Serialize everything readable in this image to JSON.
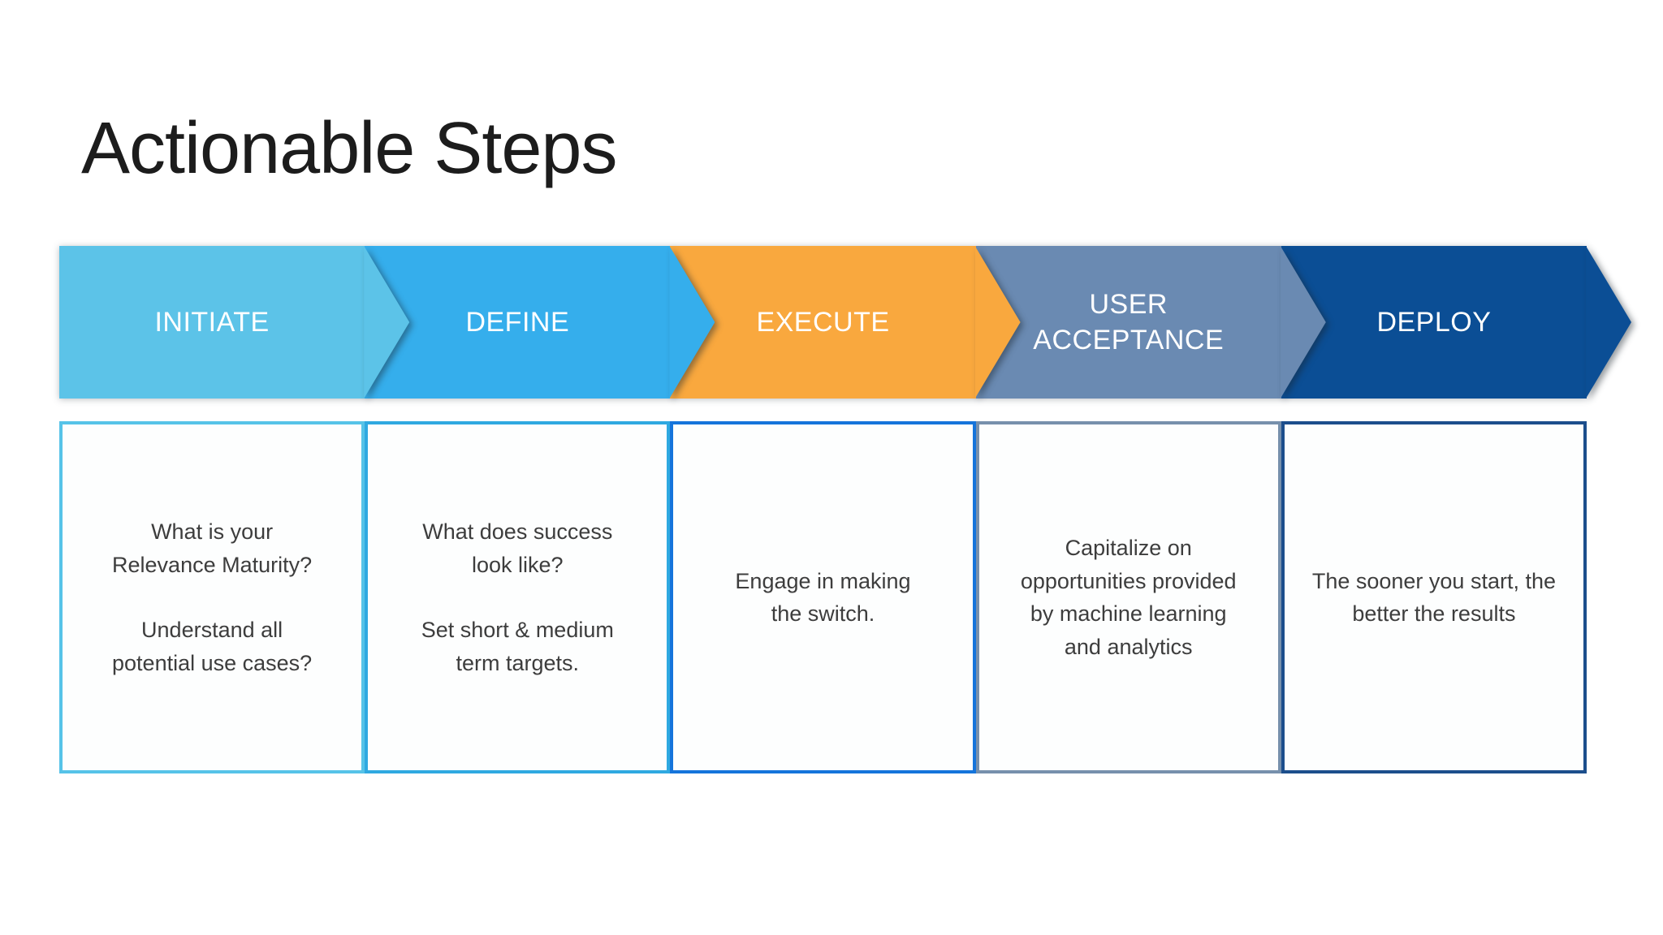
{
  "title": "Actionable Steps",
  "process": {
    "steps": [
      {
        "label": "INITIATE",
        "arrow_color": "#5CC3E8",
        "box_border_color": "#56C3E8",
        "description_paragraphs": [
          "What is your\nRelevance Maturity?",
          "Understand all\npotential use cases?"
        ]
      },
      {
        "label": "DEFINE",
        "arrow_color": "#35AEEC",
        "box_border_color": "#2FA9E1",
        "description_paragraphs": [
          "What does success\nlook like?",
          "Set short & medium\nterm targets."
        ]
      },
      {
        "label": "EXECUTE",
        "arrow_color": "#F9A83E",
        "box_border_color": "#1574DB",
        "description_paragraphs": [
          "Engage in making\nthe switch."
        ]
      },
      {
        "label": "USER\nACCEPTANCE",
        "arrow_color": "#6A8AB2",
        "box_border_color": "#7790AC",
        "description_paragraphs": [
          "Capitalize on\nopportunities provided\nby machine learning\nand analytics"
        ]
      },
      {
        "label": "DEPLOY",
        "arrow_color": "#0B4E95",
        "box_border_color": "#1C4E8C",
        "description_paragraphs": [
          "The sooner you start, the\nbetter the results"
        ]
      }
    ]
  }
}
